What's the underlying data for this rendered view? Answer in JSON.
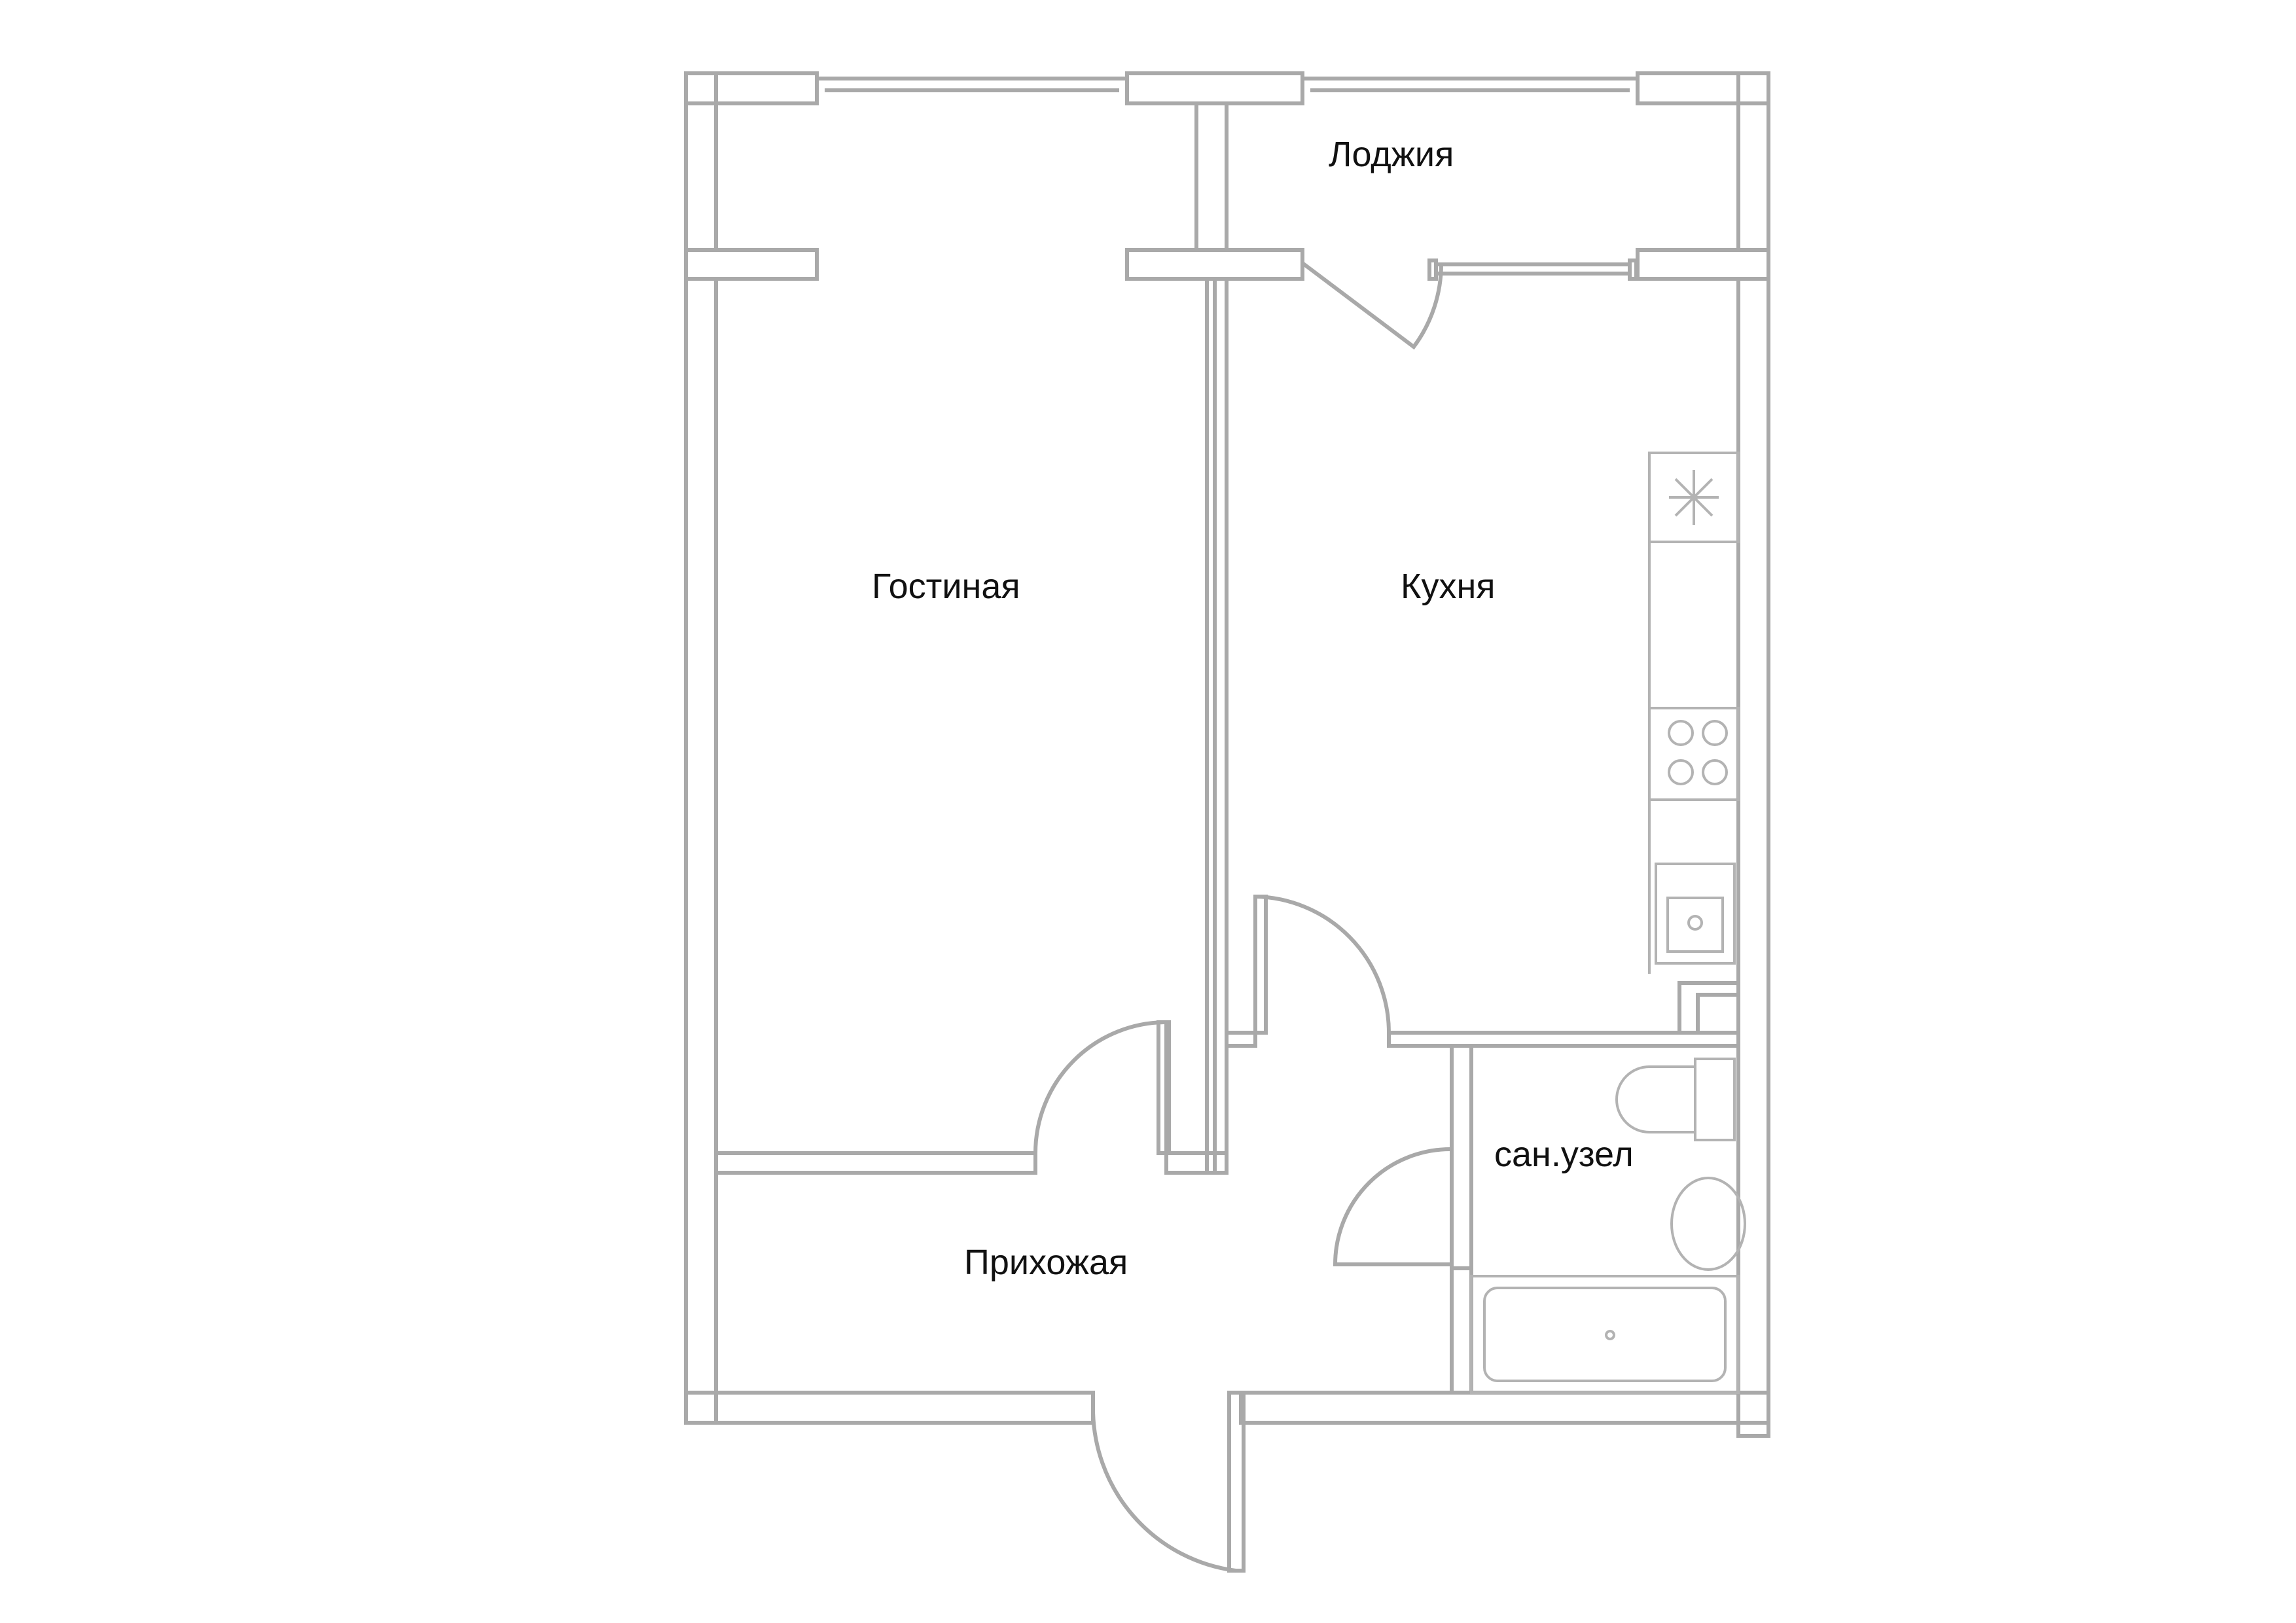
{
  "rooms": {
    "loggia": "Лоджия",
    "living": "Гостиная",
    "kitchen": "Кухня",
    "bathroom": "сан.узел",
    "hallway": "Прихожая"
  },
  "colors": {
    "wall_stroke": "#a9a9a9",
    "fixture_stroke": "#b3b3b3",
    "text": "#111111",
    "background": "#ffffff"
  },
  "fixtures": [
    "fridge-icon",
    "stove-icon",
    "kitchen-sink-icon",
    "toilet-icon",
    "washbasin-icon",
    "bathtub-icon"
  ]
}
